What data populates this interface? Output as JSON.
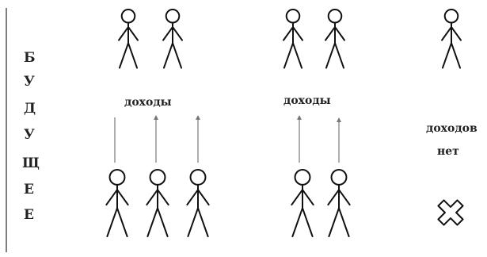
{
  "vertical_word": [
    "Б",
    "У",
    "Д",
    "У",
    "Щ",
    "Е",
    "Е"
  ],
  "labels": {
    "income_left": "доходы",
    "income_middle": "доходы",
    "no_income_line1": "доходов",
    "no_income_line2": "нет"
  },
  "groups": [
    {
      "name": "left",
      "top_figures": 2,
      "bottom_figures": 3
    },
    {
      "name": "middle",
      "top_figures": 2,
      "bottom_figures": 2
    },
    {
      "name": "right",
      "top_figures": 1,
      "bottom_figures": 0
    }
  ],
  "symbols": {
    "no_income_mark": "cross-icon"
  }
}
